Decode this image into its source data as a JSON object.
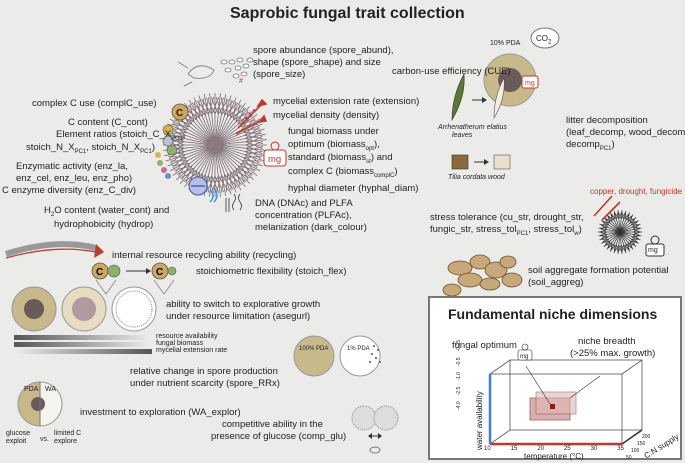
{
  "title": "Saprobic fungal trait collection",
  "traits": {
    "spore": "spore abundance (spore_abund), shape (spore_shape) and size (spore_size)",
    "complc": "complex C use (complC_use)",
    "extension": "mycelial extension rate (extension)",
    "density": "mycelial density (density)",
    "ccont": "C content (C_cont)",
    "ratios1": "Element ratios (stoich_C_X",
    "ratios2": "stoich_N_X",
    "ratios3": ", stoich_N_X",
    "biomass1": "fungal biomass under",
    "biomass2": "optimum (biomass",
    "biomass3": "standard (biomass",
    "biomass4": ") and",
    "biomass5": "complex C (biomass",
    "enz1": "Enzymatic activity (enz_la,",
    "enz2": "enz_cel, enz_leu, enz_pho)",
    "enz3": "C enzyme diversity (enz_C_div)",
    "hyphal": "hyphal diameter (hyphal_diam)",
    "water1": "content (water_cont) and",
    "water2": "hydrophobicity (hydrop)",
    "dna1": "DNA (DNAc) and PLFA",
    "dna2": "concentration (PLFAc),",
    "dna3": "melanization (dark_colour)",
    "recycling": "internal resource recycling ability (recycling)",
    "stoichflex": "stoichiometric flexibility (stoich_flex)",
    "asegurl1": "ability to switch to explorative growth",
    "asegurl2": "under resource limitation (asegurl)",
    "bar1": "resource availability",
    "bar2": "fungal biomass",
    "bar3": "mycelial extension rate",
    "sporerr1": "relative change in spore production",
    "sporerr2": "under nutrient scarcity (spore_RRx)",
    "waexplor": "investment to exploration (WA_explor)",
    "compglu1": "competitive ability in the",
    "compglu2": "presence of glucose (comp_glu)",
    "cue": "carbon-use efficiency (CUE)",
    "litter1": "litter decomposition",
    "litter2": "(leaf_decomp, wood_decomp,",
    "litter3": "decomp",
    "stress1": "stress tolerance (cu_str, drought_str,",
    "stress2": "fungic_str, stress_tol",
    "stress3": ", stress_tol",
    "soil1": "soil aggregate formation potential",
    "soil2": "(soil_aggreg)"
  },
  "subscripts": {
    "pc1": "PC1",
    "opt": "opt",
    "st": "st",
    "complc": "complC",
    "w": "w"
  },
  "misc": {
    "h2o": "H",
    "two": "2",
    "o": "O",
    "mg": "mg",
    "co2": "CO",
    "pda10": "10% PDA",
    "pda100": "100% PDA",
    "pda1": "1% PDA",
    "pda": "PDA",
    "wa": "WA",
    "vs": "vs.",
    "glucose": "glucose exploit",
    "limited": "limited C explore",
    "arrhen1": "Arrhenatherum elatius",
    "arrhen2": "leaves",
    "tilia": "Tilia cordata wood",
    "stressors": "copper, drought, fungicide",
    "c": "C",
    "n": "N",
    "x": "X"
  },
  "niche": {
    "title": "Fundamental niche dimensions",
    "optimum": "fungal optimum",
    "breadth1": "niche breadth",
    "breadth2": "(>25% max. growth)",
    "xlabel": "temperature (°C)",
    "ylabel": "water availability",
    "zlabel": "C:N supply",
    "xticks": [
      "10",
      "15",
      "20",
      "25",
      "30",
      "35"
    ],
    "zticks": [
      "50",
      "100",
      "150",
      "200"
    ],
    "yticks": [
      "-4.0",
      "-2.5",
      "-1.0",
      "-0.5",
      "-0.25"
    ]
  }
}
